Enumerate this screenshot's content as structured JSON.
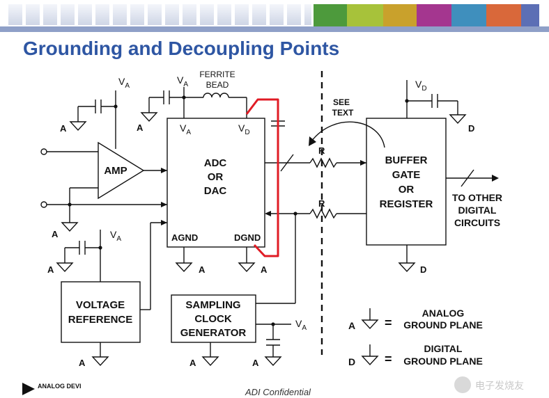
{
  "slide": {
    "title": "Grounding and Decoupling Points",
    "footer": "ADI Confidential",
    "logo": "ANALOG DEVICES",
    "watermark": "电子发烧友"
  },
  "diagram": {
    "blocks": {
      "amp": "AMP",
      "adc_line1": "ADC",
      "adc_line2": "OR",
      "adc_line3": "DAC",
      "buffer_line1": "BUFFER",
      "buffer_line2": "GATE",
      "buffer_line3": "OR",
      "buffer_line4": "REGISTER",
      "vref_line1": "VOLTAGE",
      "vref_line2": "REFERENCE",
      "clock_line1": "SAMPLING",
      "clock_line2": "CLOCK",
      "clock_line3": "GENERATOR"
    },
    "pins": {
      "va": "V",
      "va_sub": "A",
      "vd": "V",
      "vd_sub": "D",
      "agnd": "AGND",
      "dgnd": "DGND"
    },
    "labels": {
      "ferrite_line1": "FERRITE",
      "ferrite_line2": "BEAD",
      "see_line1": "SEE",
      "see_line2": "TEXT",
      "resistor": "R",
      "ground_a": "A",
      "ground_d": "D",
      "other_line1": "TO OTHER",
      "other_line2": "DIGITAL",
      "other_line3": "CIRCUITS"
    },
    "legend": {
      "eq": "=",
      "analog_line1": "ANALOG",
      "analog_line2": "GROUND PLANE",
      "digital_line1": "DIGITAL",
      "digital_line2": "GROUND PLANE"
    },
    "colors": {
      "title": "#2e56a3",
      "wire": "#111111",
      "highlight": "#e01b24"
    }
  }
}
